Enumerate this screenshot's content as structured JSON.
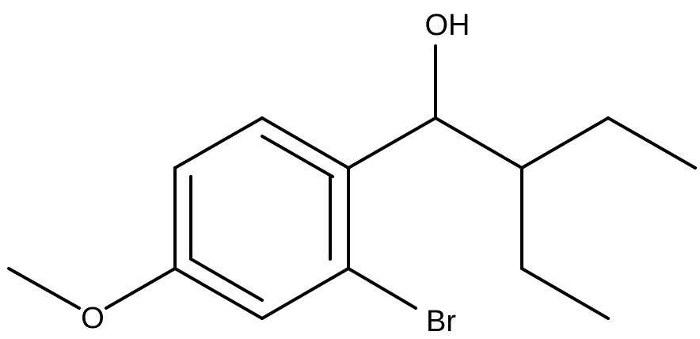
{
  "molecule": {
    "labels": {
      "hydroxyl": "OH",
      "bromine": "Br",
      "ether_oxygen": "O"
    }
  }
}
